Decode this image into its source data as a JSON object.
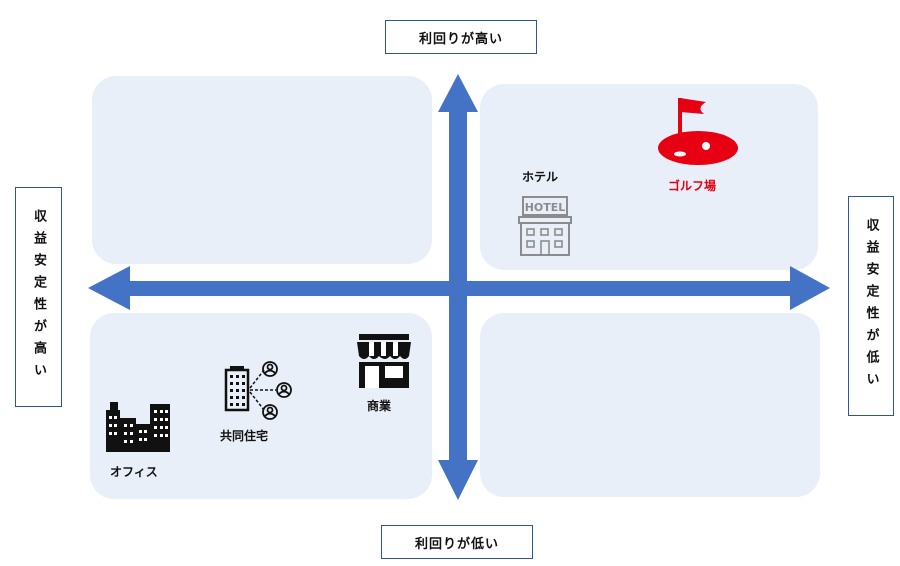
{
  "axes": {
    "top": "利回りが高い",
    "bottom": "利回りが低い",
    "left": "収益安定性が高い",
    "right": "収益安定性が低い"
  },
  "items": {
    "hotel": "ホテル",
    "golf": "ゴルフ場",
    "office": "オフィス",
    "residential": "共同住宅",
    "commercial": "商業"
  },
  "hotel_sign": "HOTEL",
  "colors": {
    "arrow": "#4472c4",
    "quadrant": "#e9eff8",
    "golf": "#e60012",
    "hotel_icon": "#8c8c8c"
  }
}
